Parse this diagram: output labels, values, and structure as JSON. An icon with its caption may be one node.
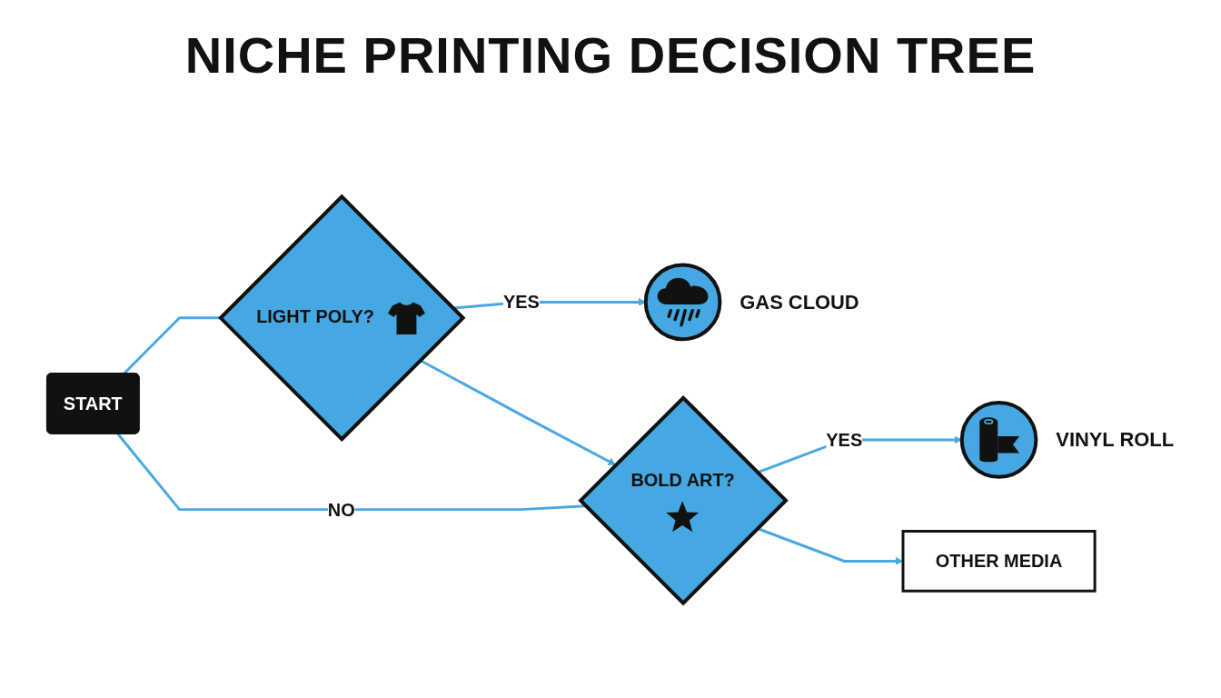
{
  "diagram": {
    "title": "NICHE PRINTING DECISION TREE",
    "nodes": [
      {
        "text": [
          "START"
        ]
      },
      {
        "text": [
          "LIGHT POLY?"
        ]
      },
      {
        "text": [],
        "shape": "circle",
        "beside": [
          "GAS CLOUD"
        ]
      },
      {
        "text": [
          "BOLD ART?"
        ]
      },
      {
        "text": [],
        "shape": "circle",
        "beside": [
          "VINYL ROLL"
        ]
      },
      {
        "text": [
          "OTHER MEDIA"
        ]
      }
    ],
    "edges": [
      {
        "from": 0,
        "to": 1,
        "arrow": "none"
      },
      {
        "from": 0,
        "to": 3,
        "arrow": "none",
        "label": "NO"
      },
      {
        "from": 1,
        "to": 2,
        "arrow": "to",
        "label": "YES"
      },
      {
        "from": 1,
        "to": 3,
        "arrow": "to"
      },
      {
        "from": 3,
        "to": 4,
        "arrow": "to",
        "label": "YES"
      },
      {
        "from": 3,
        "to": 5,
        "arrow": "to"
      }
    ]
  }
}
